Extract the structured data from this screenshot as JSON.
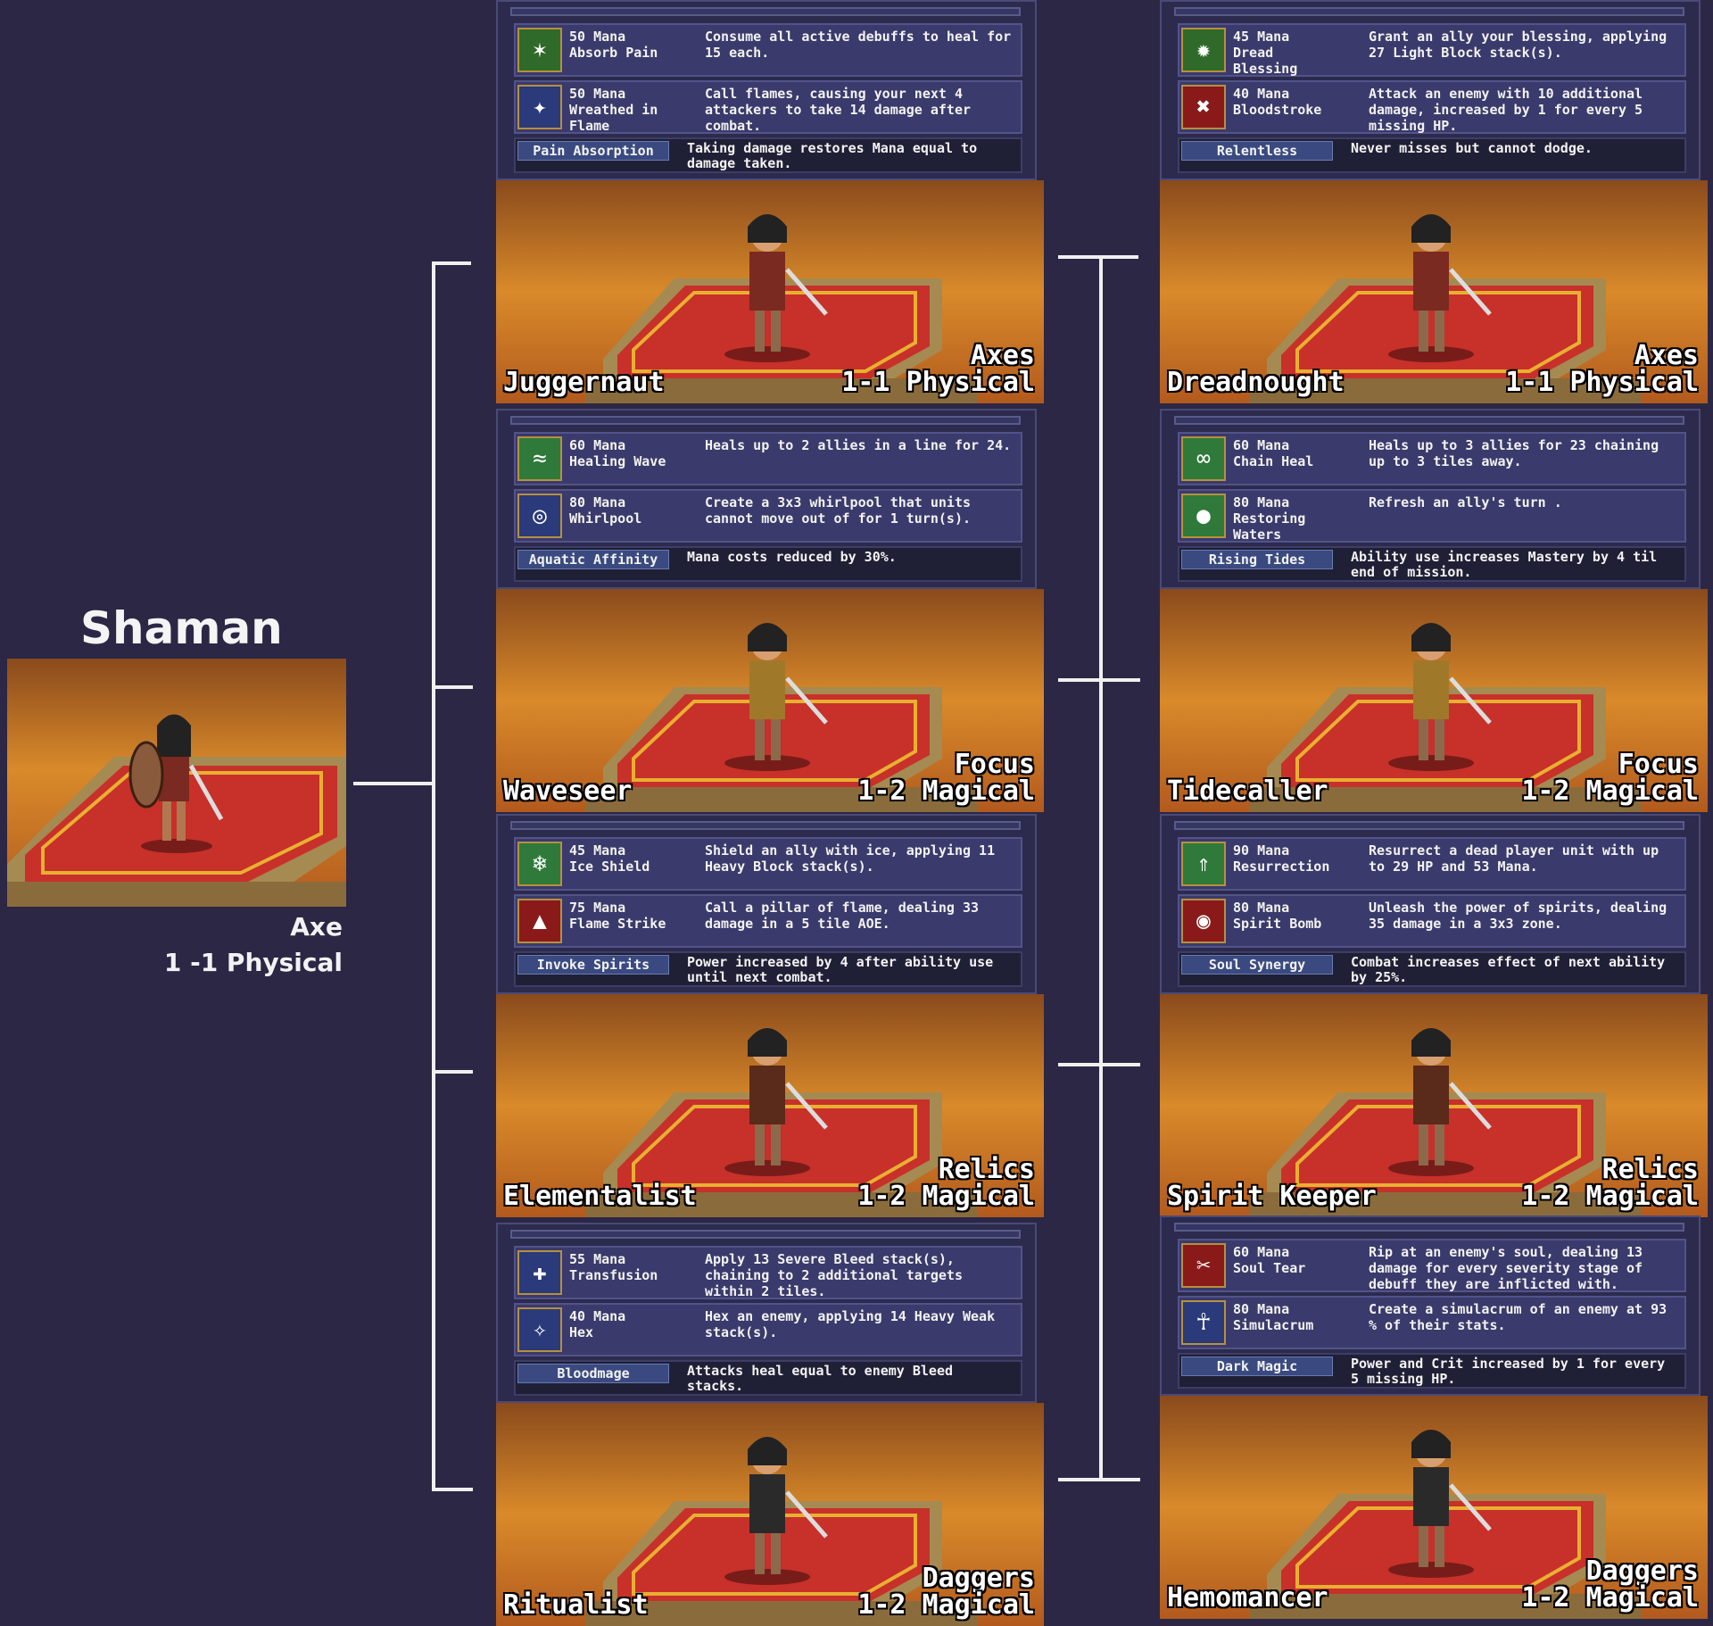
{
  "base": {
    "title": "Shaman",
    "weapon": "Axe",
    "stat": "1 -1 Physical"
  },
  "colors": {
    "background": "#2b2745",
    "gold": "#b6903e",
    "rug": "#c8302a",
    "line": "#f0f0f0"
  },
  "tier1": [
    {
      "name": "Juggernaut",
      "weapon": "Axes",
      "stat": "1-1 Physical",
      "abilities": [
        {
          "icon": "absorb-pain-icon",
          "name": "50 Mana\nAbsorb Pain",
          "desc": "Consume all active debuffs to heal for 15 each."
        },
        {
          "icon": "wreathed-in-flame-icon",
          "name": "50 Mana\nWreathed in\nFlame",
          "desc": "Call flames, causing your next 4 attackers to take 14 damage after combat."
        }
      ],
      "passive": {
        "name": "Pain Absorption",
        "desc": "Taking damage restores Mana equal to damage taken."
      }
    },
    {
      "name": "Waveseer",
      "weapon": "Focus",
      "stat": "1-2 Magical",
      "abilities": [
        {
          "icon": "healing-wave-icon",
          "name": "60 Mana\nHealing Wave",
          "desc": "Heals up to 2 allies in a line for 24."
        },
        {
          "icon": "whirlpool-icon",
          "name": "80 Mana\nWhirlpool",
          "desc": "Create a 3x3 whirlpool that units cannot move out of for 1 turn(s)."
        }
      ],
      "passive": {
        "name": "Aquatic Affinity",
        "desc": "Mana costs reduced by 30%."
      }
    },
    {
      "name": "Elementalist",
      "weapon": "Relics",
      "stat": "1-2 Magical",
      "abilities": [
        {
          "icon": "ice-shield-icon",
          "name": "45 Mana\nIce Shield",
          "desc": "Shield an ally with ice, applying 11 Heavy Block stack(s)."
        },
        {
          "icon": "flame-strike-icon",
          "name": "75 Mana\nFlame Strike",
          "desc": "Call a pillar of flame, dealing 33 damage in a 5 tile AOE."
        }
      ],
      "passive": {
        "name": "Invoke Spirits",
        "desc": "Power increased by 4 after ability use until next combat."
      }
    },
    {
      "name": "Ritualist",
      "weapon": "Daggers",
      "stat": "1-2 Magical",
      "abilities": [
        {
          "icon": "transfusion-icon",
          "name": "55 Mana\nTransfusion",
          "desc": "Apply 13 Severe Bleed stack(s), chaining to 2 additional targets within 2 tiles."
        },
        {
          "icon": "hex-icon",
          "name": "40 Mana\nHex",
          "desc": "Hex an enemy, applying 14 Heavy Weak stack(s)."
        }
      ],
      "passive": {
        "name": "Bloodmage",
        "desc": "Attacks heal equal to enemy Bleed stacks."
      }
    }
  ],
  "tier2": [
    {
      "name": "Dreadnought",
      "weapon": "Axes",
      "stat": "1-1 Physical",
      "abilities": [
        {
          "icon": "dread-blessing-icon",
          "name": "45 Mana\nDread\nBlessing",
          "desc": "Grant an ally your blessing, applying 27 Light Block stack(s)."
        },
        {
          "icon": "bloodstroke-icon",
          "name": "40 Mana\nBloodstroke",
          "desc": "Attack an enemy with 10 additional damage, increased by 1 for every 5 missing HP."
        }
      ],
      "passive": {
        "name": "Relentless",
        "desc": "Never misses but cannot dodge."
      }
    },
    {
      "name": "Tidecaller",
      "weapon": "Focus",
      "stat": "1-2 Magical",
      "abilities": [
        {
          "icon": "chain-heal-icon",
          "name": "60 Mana\nChain Heal",
          "desc": "Heals up to 3 allies for 23 chaining up to 3 tiles away."
        },
        {
          "icon": "restoring-waters-icon",
          "name": "80 Mana\nRestoring\nWaters",
          "desc": "Refresh an ally's turn ."
        }
      ],
      "passive": {
        "name": "Rising Tides",
        "desc": "Ability use increases Mastery by 4 til end of mission."
      }
    },
    {
      "name": "Spirit Keeper",
      "weapon": "Relics",
      "stat": "1-2 Magical",
      "abilities": [
        {
          "icon": "resurrection-icon",
          "name": "90 Mana\nResurrection",
          "desc": "Resurrect a dead player unit with up to 29 HP and 53 Mana."
        },
        {
          "icon": "spirit-bomb-icon",
          "name": "80 Mana\nSpirit Bomb",
          "desc": "Unleash the power of spirits, dealing 35 damage in a 3x3 zone."
        }
      ],
      "passive": {
        "name": "Soul Synergy",
        "desc": "Combat increases effect of next ability by 25%."
      }
    },
    {
      "name": "Hemomancer",
      "weapon": "Daggers",
      "stat": "1-2 Magical",
      "abilities": [
        {
          "icon": "soul-tear-icon",
          "name": "60 Mana\nSoul Tear",
          "desc": "Rip at an enemy's soul, dealing 13 damage for every severity stage of debuff they are inflicted with."
        },
        {
          "icon": "simulacrum-icon",
          "name": "80 Mana\nSimulacrum",
          "desc": "Create a simulacrum of an enemy at 93 % of their stats."
        }
      ],
      "passive": {
        "name": "Dark Magic",
        "desc": "Power and Crit increased by 1 for every 5 missing HP."
      }
    }
  ]
}
